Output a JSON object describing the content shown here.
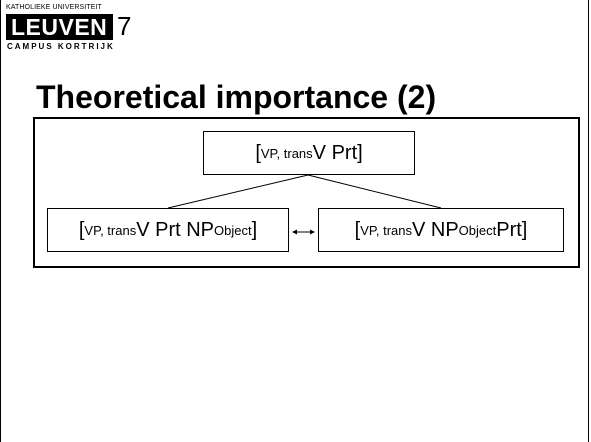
{
  "logo": {
    "top": "KATHOLIEKE UNIVERSITEIT",
    "main": "LEUVEN",
    "sub": "CAMPUS KORTRIJK"
  },
  "slide_number": "7",
  "title": "Theoretical importance (2)",
  "diagram": {
    "top_node": {
      "open": "[",
      "sub": "VP, trans",
      "text": " V Prt]"
    },
    "left_node": {
      "open": "[",
      "sub": "VP, trans",
      "text": " V Prt NP",
      "sub2": "Object",
      "close": "]"
    },
    "right_node": {
      "open": "[",
      "sub": "VP, trans",
      "text": " V NP",
      "sub2": "Object",
      "close": " Prt]"
    },
    "connector": "bidirectional-arrow"
  }
}
